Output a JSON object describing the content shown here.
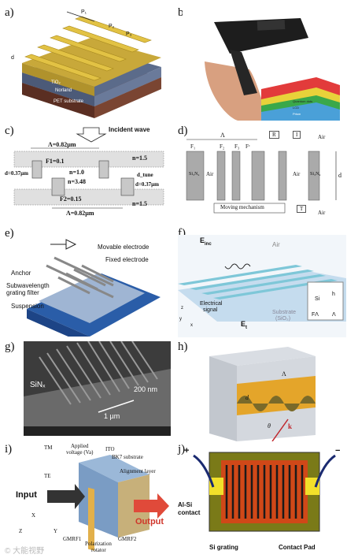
{
  "panels": [
    {
      "label": "a)"
    },
    {
      "label": "b)"
    },
    {
      "label": "c)"
    },
    {
      "label": "d)"
    },
    {
      "label": "e)"
    },
    {
      "label": "f)"
    },
    {
      "label": "g)"
    },
    {
      "label": "h)"
    },
    {
      "label": "i)"
    },
    {
      "label": "j)"
    }
  ],
  "a": {
    "p1": "P₁",
    "p2": "P₂",
    "p3": "P₃",
    "tio2": "TiO₂",
    "norland": "Norland",
    "pet": "PET substrate",
    "depth": "d"
  },
  "b": {
    "layers": [
      "Quantum dots",
      "LCD",
      "Prism"
    ]
  },
  "c": {
    "incident": "Incident wave",
    "lambda_top": "Λ=0.82µm",
    "n_top": "n=1.5",
    "f1": "F1=0.1",
    "d_left": "d=0.37µm",
    "n_mid1": "n=1.0",
    "n_mid2": "n=3.48",
    "f2": "F2=0.15",
    "d_right": "d=0.37µm",
    "dtune": "d_tune",
    "lambda_bot": "Λ=0.82µm",
    "n_bot": "n=1.5"
  },
  "d": {
    "lambda": "Λ",
    "f1": "F₁",
    "f2": "F₂",
    "f3": "F₃",
    "fc": "Fᶜ",
    "air": "Air",
    "si3n4": "Si₃N₄",
    "r": "R",
    "i": "I",
    "t": "T",
    "d": "d",
    "moving": "Moving mechanism"
  },
  "e": {
    "movable": "Movable electrode",
    "fixed": "Fixed electrode",
    "anchor": "Anchor",
    "filter": "Subwavelength grating filter",
    "suspension": "Suspension"
  },
  "f": {
    "einc": "E",
    "einc_sub": "inc",
    "air": "Air",
    "electrical": "Electrical",
    "signal": "signal",
    "et": "E",
    "et_sub": "t",
    "substrate": "Substrate",
    "sio2": "(SiO₂)",
    "si": "Si",
    "h": "h",
    "fl": "FΛ",
    "lam": "Λ",
    "z": "z",
    "y": "y",
    "x": "x"
  },
  "g": {
    "sinx": "SiNₓ",
    "nm": "200 nm",
    "um": "1 µm"
  },
  "h": {
    "lambda": "Λ",
    "d": "d",
    "theta": "θ",
    "k": "k"
  },
  "i": {
    "tm": "TM",
    "te": "TE",
    "applied": "Applied",
    "voltage": "voltage (Va)",
    "ito": "ITO",
    "substrate": "BK7 substrate",
    "alignment": "Alignment layer",
    "input": "Input",
    "output": "Output",
    "gmrf1": "GMRF1",
    "gmrf2": "GMRF2",
    "rotator1": "Polarization",
    "rotator2": "rotator",
    "x": "X",
    "y": "Y",
    "z": "Z"
  },
  "j": {
    "plus": "+",
    "minus": "−",
    "alsi1": "Al-Si",
    "alsi2": "contact",
    "grating": "Si grating",
    "pad": "Contact Pad"
  },
  "watermark": "© 大能视野"
}
